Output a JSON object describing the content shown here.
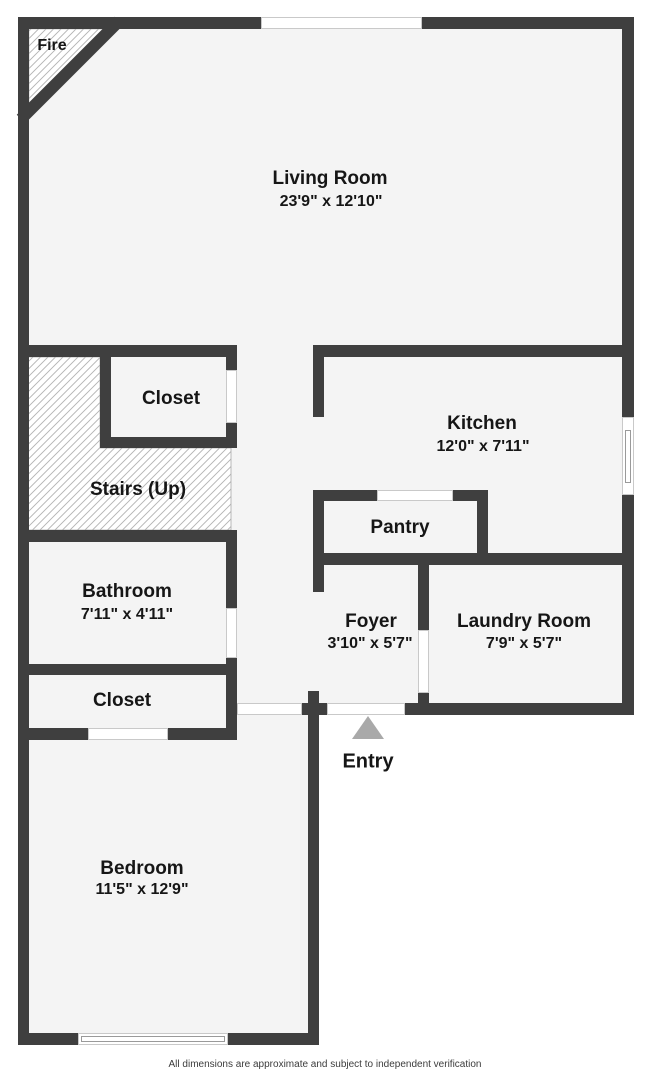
{
  "plan": {
    "fire_label": "Fire",
    "entry_label": "Entry",
    "footer": "All dimensions are approximate and subject to independent verification",
    "colors": {
      "wall": "#3f3f3f",
      "floor": "#f4f4f4",
      "hatch_line": "#b3b3b3",
      "entry_arrow": "#a9a9a9"
    },
    "rooms": [
      {
        "name": "Living Room",
        "dims": "23'9\" x 12'10\""
      },
      {
        "name": "Closet",
        "dims": ""
      },
      {
        "name": "Kitchen",
        "dims": "12'0\" x 7'11\""
      },
      {
        "name": "Stairs (Up)",
        "dims": ""
      },
      {
        "name": "Pantry",
        "dims": ""
      },
      {
        "name": "Bathroom",
        "dims": "7'11\" x 4'11\""
      },
      {
        "name": "Foyer",
        "dims": "3'10\" x 5'7\""
      },
      {
        "name": "Laundry Room",
        "dims": "7'9\" x 5'7\""
      },
      {
        "name": "Closet",
        "dims": ""
      },
      {
        "name": "Bedroom",
        "dims": "11'5\" x 12'9\""
      }
    ]
  }
}
